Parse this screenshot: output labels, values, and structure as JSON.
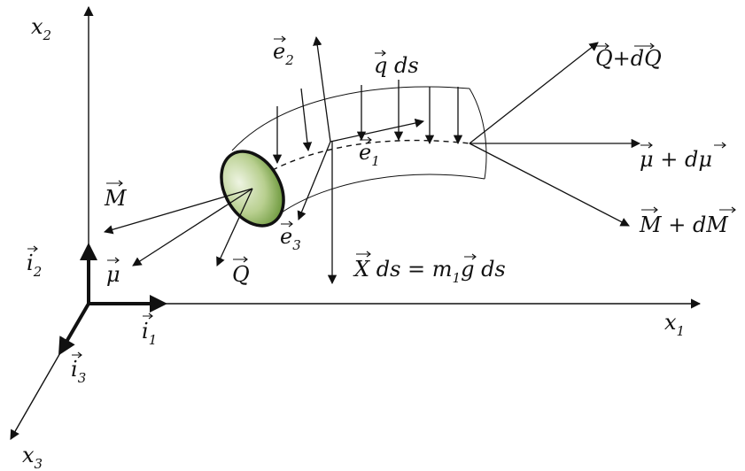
{
  "labels": {
    "x1": "x",
    "x1_sub": "1",
    "x2": "x",
    "x2_sub": "2",
    "x3": "x",
    "x3_sub": "3",
    "i1": "i",
    "i1_sub": "1",
    "i2": "i",
    "i2_sub": "2",
    "i3": "i",
    "i3_sub": "3",
    "e1": "e",
    "e1_sub": "1",
    "e2": "e",
    "e2_sub": "2",
    "e3": "e",
    "e3_sub": "3",
    "M": "M",
    "mu": "μ",
    "Q": "Q",
    "qds": "q ds",
    "Q_dQ": "Q+dQ",
    "mu_dmu": "μ + dμ",
    "M_dM": "M + dM",
    "Xds": "X ds = m",
    "Xds_sub": "1",
    "Xds_tail": "g ds"
  },
  "colors": {
    "cross_section_light": "#e3edcf",
    "cross_section_dark": "#7fa64c",
    "line": "#111111"
  }
}
